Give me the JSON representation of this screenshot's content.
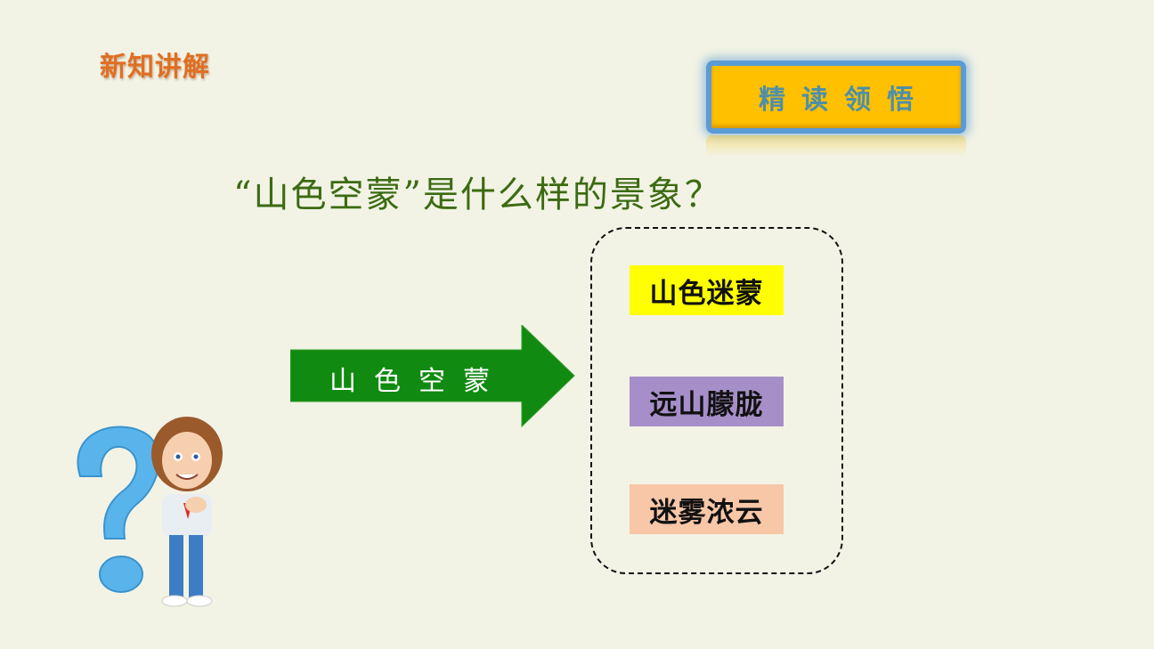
{
  "header": {
    "section_tag": "新知讲解",
    "badge_label": "精读领悟"
  },
  "main": {
    "question": "“山色空蒙”是什么样的景象？",
    "arrow_label": "山色空蒙",
    "answers": [
      {
        "label": "山色迷蒙",
        "color": "#ffff00"
      },
      {
        "label": "远山朦胧",
        "color": "#a68fc8"
      },
      {
        "label": "迷雾浓云",
        "color": "#f7c7a8"
      }
    ]
  },
  "illustration": {
    "icon": "question-mark-boy-icon"
  },
  "colors": {
    "background": "#f2f3e5",
    "section_tag": "#e06f22",
    "badge_fill": "#ffc000",
    "badge_border": "#5b9bd5",
    "question_text": "#3c6b12",
    "arrow": "#108a10"
  }
}
